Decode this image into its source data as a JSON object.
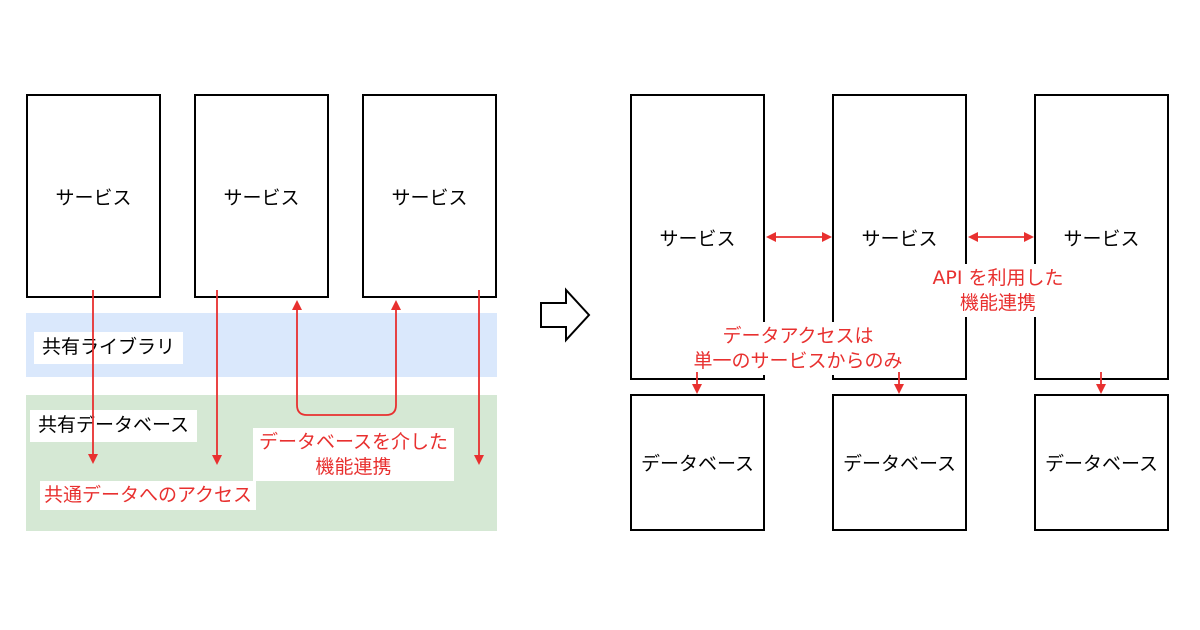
{
  "colors": {
    "arrow": "#e8302f",
    "library_band": "#dae8fc",
    "database_band": "#d5e8d4",
    "box_border": "#000000"
  },
  "before": {
    "services": [
      "サービス",
      "サービス",
      "サービス"
    ],
    "shared_library_label": "共有ライブラリ",
    "shared_database_label": "共有データベース",
    "db_integration_note": [
      "データベースを介した",
      "機能連携"
    ],
    "shared_access_note": "共通データへのアクセス"
  },
  "transition_arrow_icon": "hollow-right-arrow-icon",
  "after": {
    "services": [
      "サービス",
      "サービス",
      "サービス"
    ],
    "databases": [
      "データベース",
      "データベース",
      "データベース"
    ],
    "api_note": [
      "API を利用した",
      "機能連携"
    ],
    "data_access_note": [
      "データアクセスは",
      "単一のサービスからのみ"
    ]
  }
}
